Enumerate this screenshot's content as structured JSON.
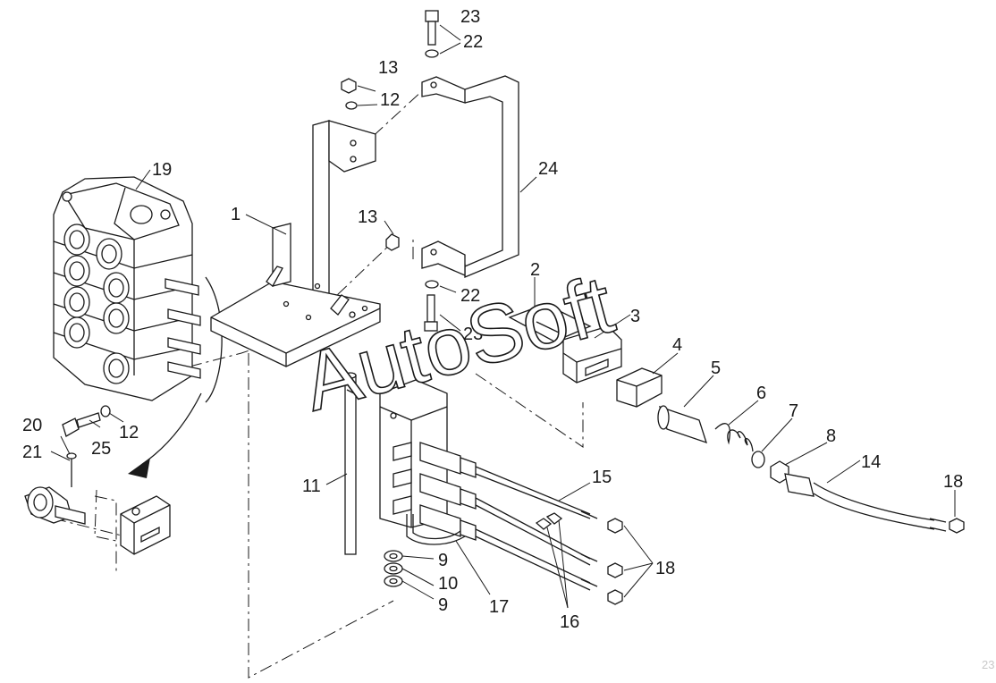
{
  "watermark": "AutoSoft",
  "page_number": "23",
  "callouts": {
    "c1": "1",
    "c2": "2",
    "c3": "3",
    "c4": "4",
    "c5": "5",
    "c6": "6",
    "c7": "7",
    "c8": "8",
    "c9a": "9",
    "c9b": "9",
    "c10": "10",
    "c11": "11",
    "c12a": "12",
    "c12b": "12",
    "c13a": "13",
    "c13b": "13",
    "c14": "14",
    "c15": "15",
    "c16": "16",
    "c17": "17",
    "c18a": "18",
    "c18b": "18",
    "c19": "19",
    "c20": "20",
    "c21": "21",
    "c22a": "22",
    "c22b": "22",
    "c23a": "23",
    "c23b": "23",
    "c24": "24",
    "c25": "25"
  }
}
